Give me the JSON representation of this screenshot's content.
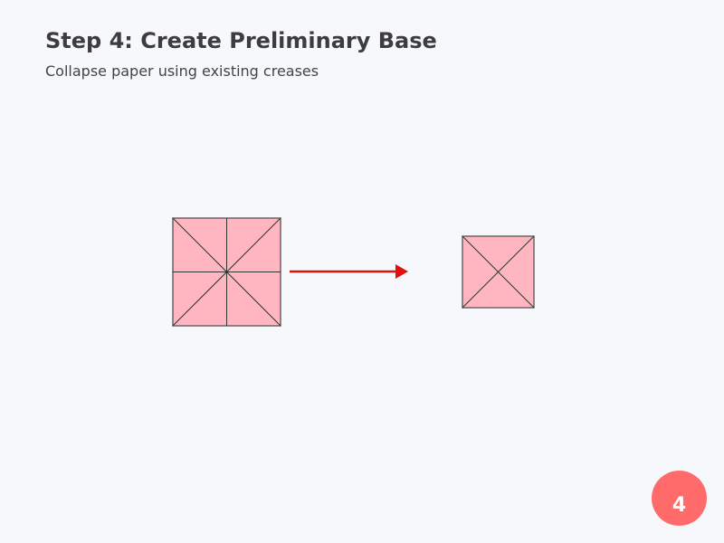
{
  "instruction": {
    "title": "Step 4: Create Preliminary Base",
    "subtitle": "Collapse paper using existing creases"
  },
  "step_badge": {
    "number": "4"
  },
  "colors": {
    "background": "#f7f8fc",
    "paper_fill": "#ffb6c1",
    "paper_outline": "#666666",
    "crease_line": "#333333",
    "arrow": "#e41010",
    "badge": "#ff6b6b",
    "badge_text": "#ffffff",
    "title_text": "#3d3d3d",
    "subtitle_text": "#444444"
  },
  "figures": {
    "before": "square-paper-with-creases",
    "transition": "right-arrow",
    "after": "preliminary-base"
  }
}
